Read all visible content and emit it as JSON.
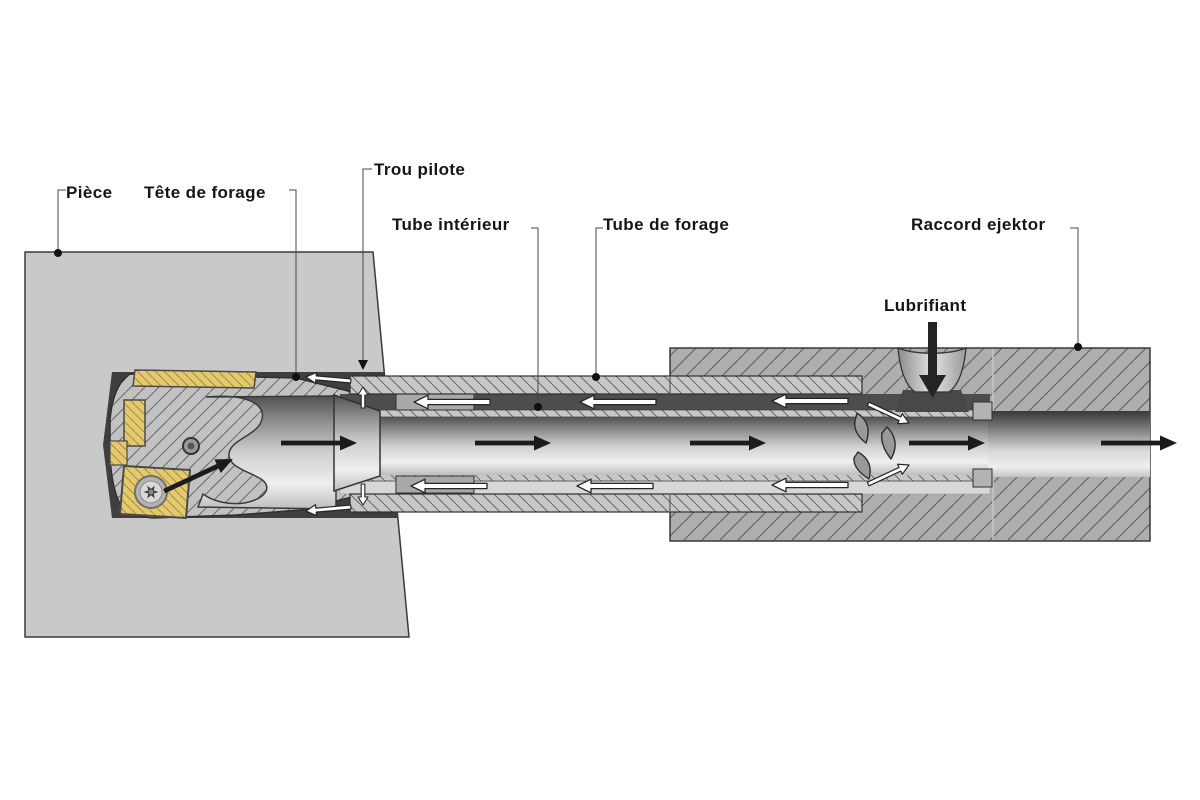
{
  "diagram": {
    "labels": {
      "piece": "Pièce",
      "drill_head": "Tête de forage",
      "pilot_hole": "Trou pilote",
      "inner_tube": "Tube intérieur",
      "drill_tube": "Tube de forage",
      "ejector_coupling": "Raccord ejektor",
      "lubricant": "Lubrifiant"
    },
    "colors": {
      "background": "#ffffff",
      "workpiece": "#c9c9c9",
      "hole_gap": "#3f3f3f",
      "tube_wall": "#c7c7c7",
      "head_body": "#c2c2c2",
      "coupling_block": "#aeaeae",
      "coolant_channel_dark": "#4d4d4d",
      "coolant_channel_light": "#d7d7d7",
      "insert_yellow": "#e4c96e",
      "outline": "#2f2f2f",
      "chip_arrow": "#1b1b1b",
      "coolant_arrow": "#ffffff",
      "label_text": "#151515"
    },
    "icons": {
      "chip_flow": "arrow-right-icon",
      "coolant_flow": "arrow-left-icon",
      "lubricant_flow": "arrow-down-icon",
      "pilot_hole_pointer": "arrow-down-icon",
      "insert_screw": "torx-screw-icon",
      "chips": "chip-crescent-icon"
    },
    "flows": {
      "chip_flow_direction": "right",
      "coolant_flow_direction": "left",
      "lubricant_direction": "down"
    }
  }
}
